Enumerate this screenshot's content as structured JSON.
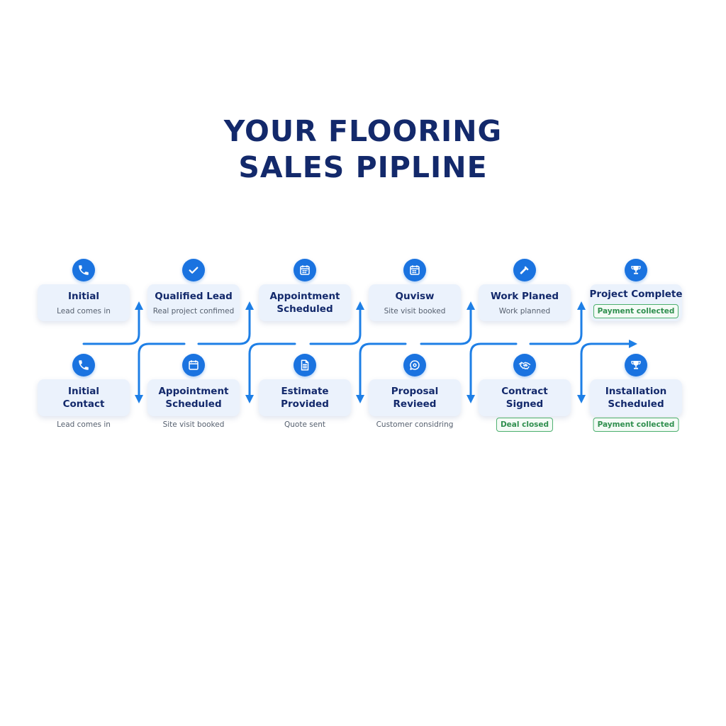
{
  "title": {
    "line1": "YOUR FLOORING",
    "line2": "SALES PIPLINE"
  },
  "colors": {
    "accent": "#1a73e0",
    "title": "#13296b",
    "card": "#ebf2fc",
    "badge": "#4caf6e"
  },
  "top_row": [
    {
      "name": "Initial",
      "sub": "Lead comes in",
      "icon": "phone-icon"
    },
    {
      "name": "Qualified Lead",
      "sub": "Real project confimed",
      "icon": "checkmark-icon"
    },
    {
      "name": "Appointment Scheduled",
      "sub": "",
      "icon": "calendar-icon"
    },
    {
      "name": "Quvisw",
      "sub": "Site visit booked",
      "icon": "calendar-icon"
    },
    {
      "name": "Work Planed",
      "sub": "Work planned",
      "icon": "hammer-icon"
    },
    {
      "name": "Project Complete",
      "badge": "Payment collected",
      "icon": "trophy-icon"
    }
  ],
  "bottom_row": [
    {
      "name": "Initial Contact",
      "sub": "Lead comes in",
      "icon": "phone-icon"
    },
    {
      "name": "Appointment Scheduled",
      "sub": "Site visit booked",
      "icon": "calendar-icon"
    },
    {
      "name": "Estimate Provided",
      "sub": "Quote sent",
      "icon": "document-icon"
    },
    {
      "name": "Proposal Revieed",
      "sub": "Customer considring",
      "icon": "chat-icon"
    },
    {
      "name": "Contract Signed",
      "badge": "Deal closed",
      "icon": "handshake-icon"
    },
    {
      "name": "Installation Scheduled",
      "badge": "Payment collected",
      "icon": "trophy-icon"
    }
  ]
}
